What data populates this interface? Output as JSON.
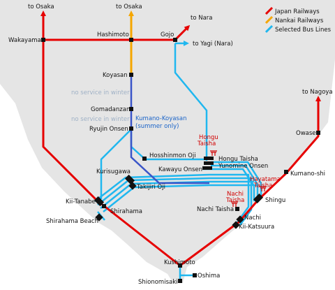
{
  "colors": {
    "japan_railways": "#e60000",
    "nankai_railways": "#f5a600",
    "bus_lines": "#20b7ef",
    "kumano_koyasan_bus": "#3a55c8",
    "land": "#e5e5e5",
    "sea": "#ffffff"
  },
  "legend": [
    {
      "label": "Japan Railways",
      "color": "#e60000"
    },
    {
      "label": "Nankai Railways",
      "color": "#f5a600"
    },
    {
      "label": "Selected Bus Lines",
      "color": "#20b7ef"
    }
  ],
  "destinations": {
    "to_osaka_jr": "to Osaka",
    "to_osaka_nankai": "to Osaka",
    "to_nara": "to Nara",
    "to_yagi": "to Yagi (Nara)",
    "to_nagoya": "to Nagoya"
  },
  "stations": {
    "wakayama": "Wakayama",
    "hashimoto": "Hashimoto",
    "gojo": "Gojo",
    "koyasan": "Koyasan",
    "gomadanzan": "Gomadanzan",
    "ryujin_onsen": "Ryujin Onsen",
    "hosshinmon_oji": "Hosshinmon Oji",
    "hongu_taisha": "Hongu Taisha",
    "yunomine_onsen": "Yunomine Onsen",
    "kawayu_onsen": "Kawayu Onsen",
    "kurisugawa": "Kurisugawa",
    "takijiri_oji": "Takijiri Oji",
    "kii_tanabe": "Kii-Tanabe",
    "shirahama": "Shirahama",
    "shirahama_beach": "Shirahama Beach",
    "owase": "Owase",
    "kumano_shi": "Kumano-shi",
    "shingu": "Shingu",
    "nachi_taisha": "Nachi Taisha",
    "nachi": "Nachi",
    "kii_katsuura": "Kii-Katsuura",
    "kushimoto": "Kushimoto",
    "oshima": "Oshima",
    "shionomisaki": "Shionomisaki"
  },
  "shrines": {
    "hongu_line1": "Hongu",
    "hongu_line2": "Taisha",
    "hayatama_line1": "Hayatama",
    "hayatama_line2": "Taisha",
    "nachi_line1": "Nachi",
    "nachi_line2": "Taisha"
  },
  "notes": {
    "winter_1": "no service in winter",
    "winter_2": "no service in winter",
    "kumano_koyasan_line1": "Kumano-Koyasan",
    "kumano_koyasan_line2": "(summer only)"
  },
  "icons": {
    "shrine": "torii-gate-icon",
    "station": "station-square",
    "arrow": "arrow-icon"
  }
}
